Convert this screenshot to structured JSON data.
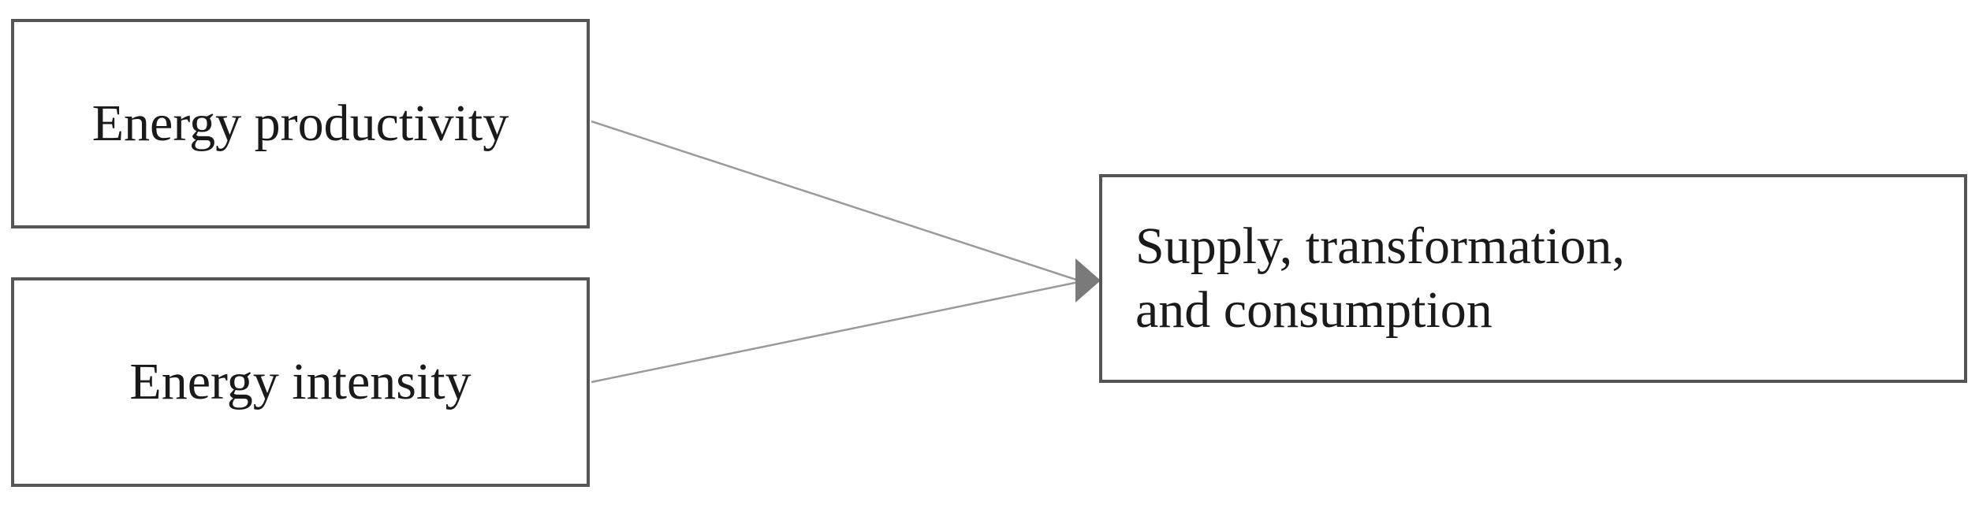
{
  "diagram": {
    "nodes": {
      "energy_productivity": {
        "label": "Energy productivity"
      },
      "energy_intensity": {
        "label": "Energy intensity"
      },
      "supply": {
        "line1": "Supply, transformation,",
        "line2": "and consumption"
      }
    },
    "edges": [
      {
        "from": "energy_productivity",
        "to": "supply"
      },
      {
        "from": "energy_intensity",
        "to": "supply"
      }
    ],
    "colors": {
      "box_border": "#555555",
      "connector": "#9a9a9a",
      "arrowhead": "#7a7a7a",
      "text": "#1a1a1a"
    }
  }
}
